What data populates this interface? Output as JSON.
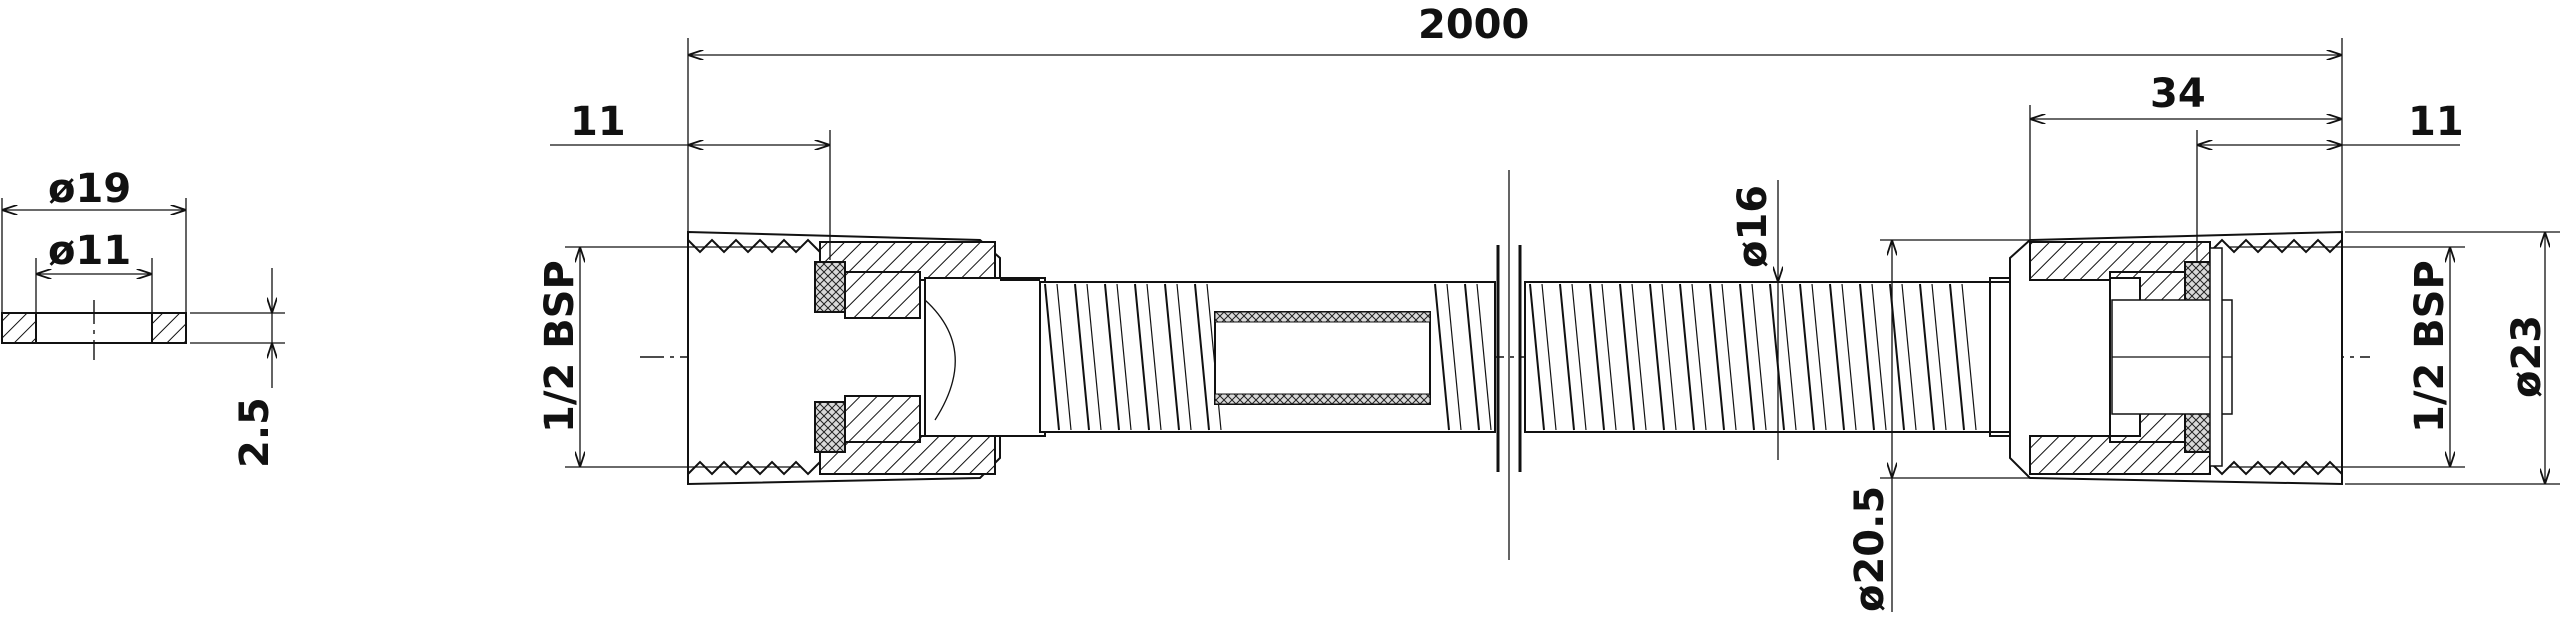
{
  "drawing": {
    "washer": {
      "outer_diameter": "ø19",
      "inner_diameter": "ø11",
      "thickness": "2.5"
    },
    "hose": {
      "length": "2000",
      "nut_left": "11",
      "nut_right": "11",
      "ferrule_length": "34",
      "thread_left": "1/2 BSP",
      "thread_right": "1/2 BSP",
      "hose_diameter": "ø16",
      "ferrule_diameter": "ø20.5",
      "nut_diameter": "ø23"
    }
  }
}
